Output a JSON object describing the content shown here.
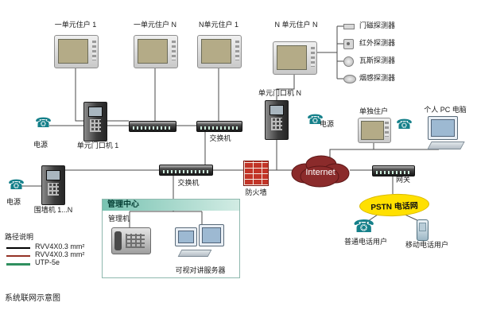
{
  "diagram_title": "系统联网示意图",
  "monitors": [
    {
      "label": "一单元住户 1"
    },
    {
      "label": "一单元住户 N"
    },
    {
      "label": "N单元住户 1"
    },
    {
      "label": "N 单元住户 N"
    }
  ],
  "sensors": [
    {
      "label": "门磁探测器"
    },
    {
      "label": "红外探测器"
    },
    {
      "label": "瓦斯探测器"
    },
    {
      "label": "烟感探测器"
    }
  ],
  "nodes": {
    "door_station_1": {
      "label": "单元门口机 1"
    },
    "door_station_n": {
      "label": "单元门口机 N"
    },
    "switch_top": {
      "label": "交换机"
    },
    "switch_main": {
      "label": "交换机"
    },
    "firewall": {
      "label": "防火墙"
    },
    "internet": {
      "label": "Internet",
      "color": "#8b2b2b"
    },
    "gateway": {
      "label": "网关"
    },
    "pstn": {
      "label": "PSTN 电话网",
      "color": "#ffe000"
    },
    "wall_station": {
      "label": "围墙机 1...N"
    },
    "single_resident": {
      "label": "单独住户"
    },
    "personal_pc": {
      "label": "个人 PC 电脑"
    },
    "phone_user": {
      "label": "普通电话用户"
    },
    "mobile_user": {
      "label": "移动电话用户"
    },
    "power_1": {
      "label": "电源"
    },
    "power_2": {
      "label": "电源"
    },
    "power_3": {
      "label": "电源"
    }
  },
  "management": {
    "header": "管理中心",
    "console": "管理机",
    "server": "可视对讲服务器"
  },
  "legend": {
    "title": "路径说明",
    "items": [
      {
        "label": "RVV4X0.3 mm²",
        "color": "#000000"
      },
      {
        "label": "RVV4X0.3 mm²",
        "color": "#943326"
      },
      {
        "label": "UTP-5e",
        "color": "#2f8f5f"
      }
    ]
  }
}
